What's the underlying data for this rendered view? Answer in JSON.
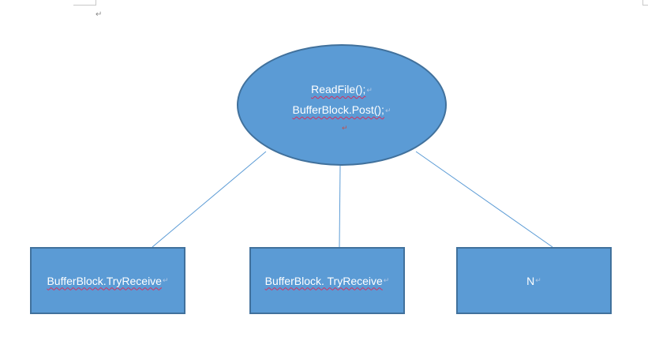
{
  "document": {
    "paragraph_mark": "↵"
  },
  "diagram": {
    "root": {
      "lines": [
        "ReadFile();",
        "BufferBlock.Post();"
      ],
      "inline_mark": "↵",
      "trailing_mark": "↵"
    },
    "children": [
      {
        "label": "BufferBlock.TryReceive",
        "inline_mark": "↵"
      },
      {
        "label": "BufferBlock. TryReceive",
        "inline_mark": "↵"
      },
      {
        "label": "N",
        "inline_mark": "↵"
      }
    ],
    "colors": {
      "shape_fill": "#5b9bd5",
      "shape_border": "#41719c",
      "connector": "#5b9bd5",
      "text": "#ffffff",
      "spellcheck_underline": "#d6305f"
    }
  }
}
